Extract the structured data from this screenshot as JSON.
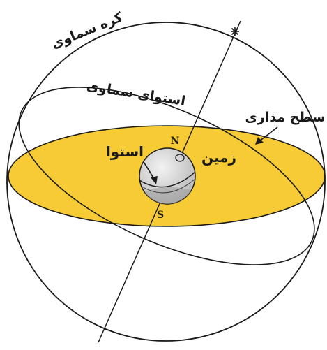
{
  "labels": {
    "celestial_sphere": "کره سماوی",
    "celestial_equator": "استوای سماوی",
    "orbital_plane": "سطح مداری",
    "earth": "زمین",
    "equator": "استوا",
    "north": "N",
    "south": "S"
  },
  "colors": {
    "orbital_plane_fill": "#F7CB35",
    "earth_fill": "#D9D9D9",
    "line": "#1a1a1a"
  }
}
